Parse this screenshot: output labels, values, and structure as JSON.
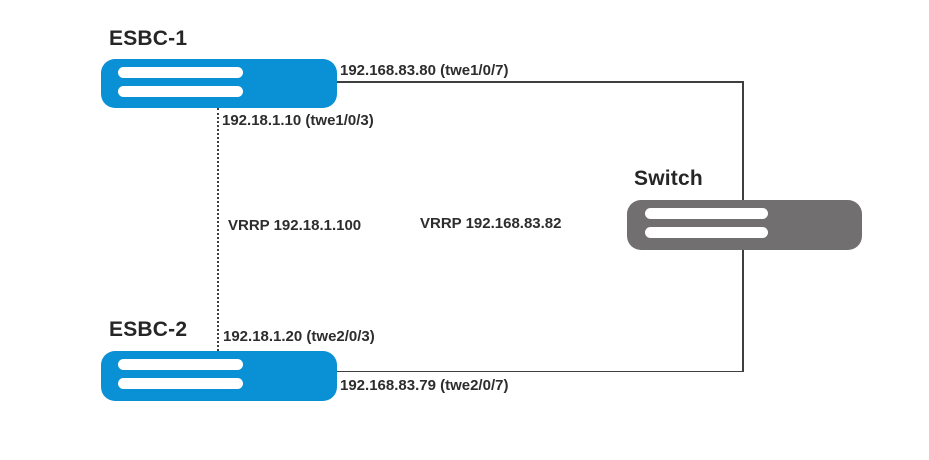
{
  "diagram": {
    "type": "network-topology",
    "colors": {
      "device_blue": "#0a90d5",
      "device_gray": "#716f6f",
      "line": "#3f3f3f",
      "text": "#262626",
      "background": "#ffffff"
    },
    "nodes": {
      "esbc1": {
        "label": "ESBC-1"
      },
      "esbc2": {
        "label": "ESBC-2"
      },
      "switch": {
        "label": "Switch"
      }
    },
    "labels": {
      "esbc1_uplink": "192.168.83.80 (twe1/0/7)",
      "esbc1_ha": "192.18.1.10 (twe1/0/3)",
      "vrrp_internal": "VRRP 192.18.1.100",
      "vrrp_external": "VRRP 192.168.83.82",
      "esbc2_ha": "192.18.1.20 (twe2/0/3)",
      "esbc2_uplink": "192.168.83.79 (twe2/0/7)"
    }
  }
}
